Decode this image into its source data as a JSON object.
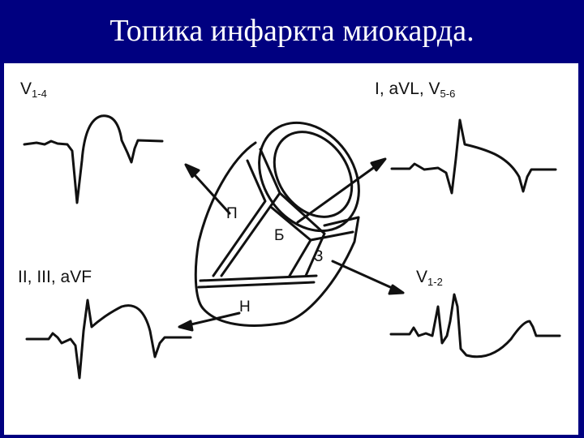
{
  "slide": {
    "title": "Топика инфаркта миокарда."
  },
  "diagram": {
    "leads": {
      "top_left": {
        "main": "V",
        "sub": "1-4"
      },
      "top_right": {
        "main": "I, aVL, V",
        "sub": "5-6"
      },
      "bottom_left": {
        "main": "II, III, aVF",
        "sub": ""
      },
      "bottom_right": {
        "main": "V",
        "sub": "1-2"
      }
    },
    "walls": {
      "anterior": "П",
      "lateral": "Б",
      "posterior": "З",
      "inferior": "Н"
    }
  },
  "colors": {
    "background": "#000080",
    "panel": "#ffffff",
    "ink": "#111111",
    "title": "#ffffff"
  }
}
